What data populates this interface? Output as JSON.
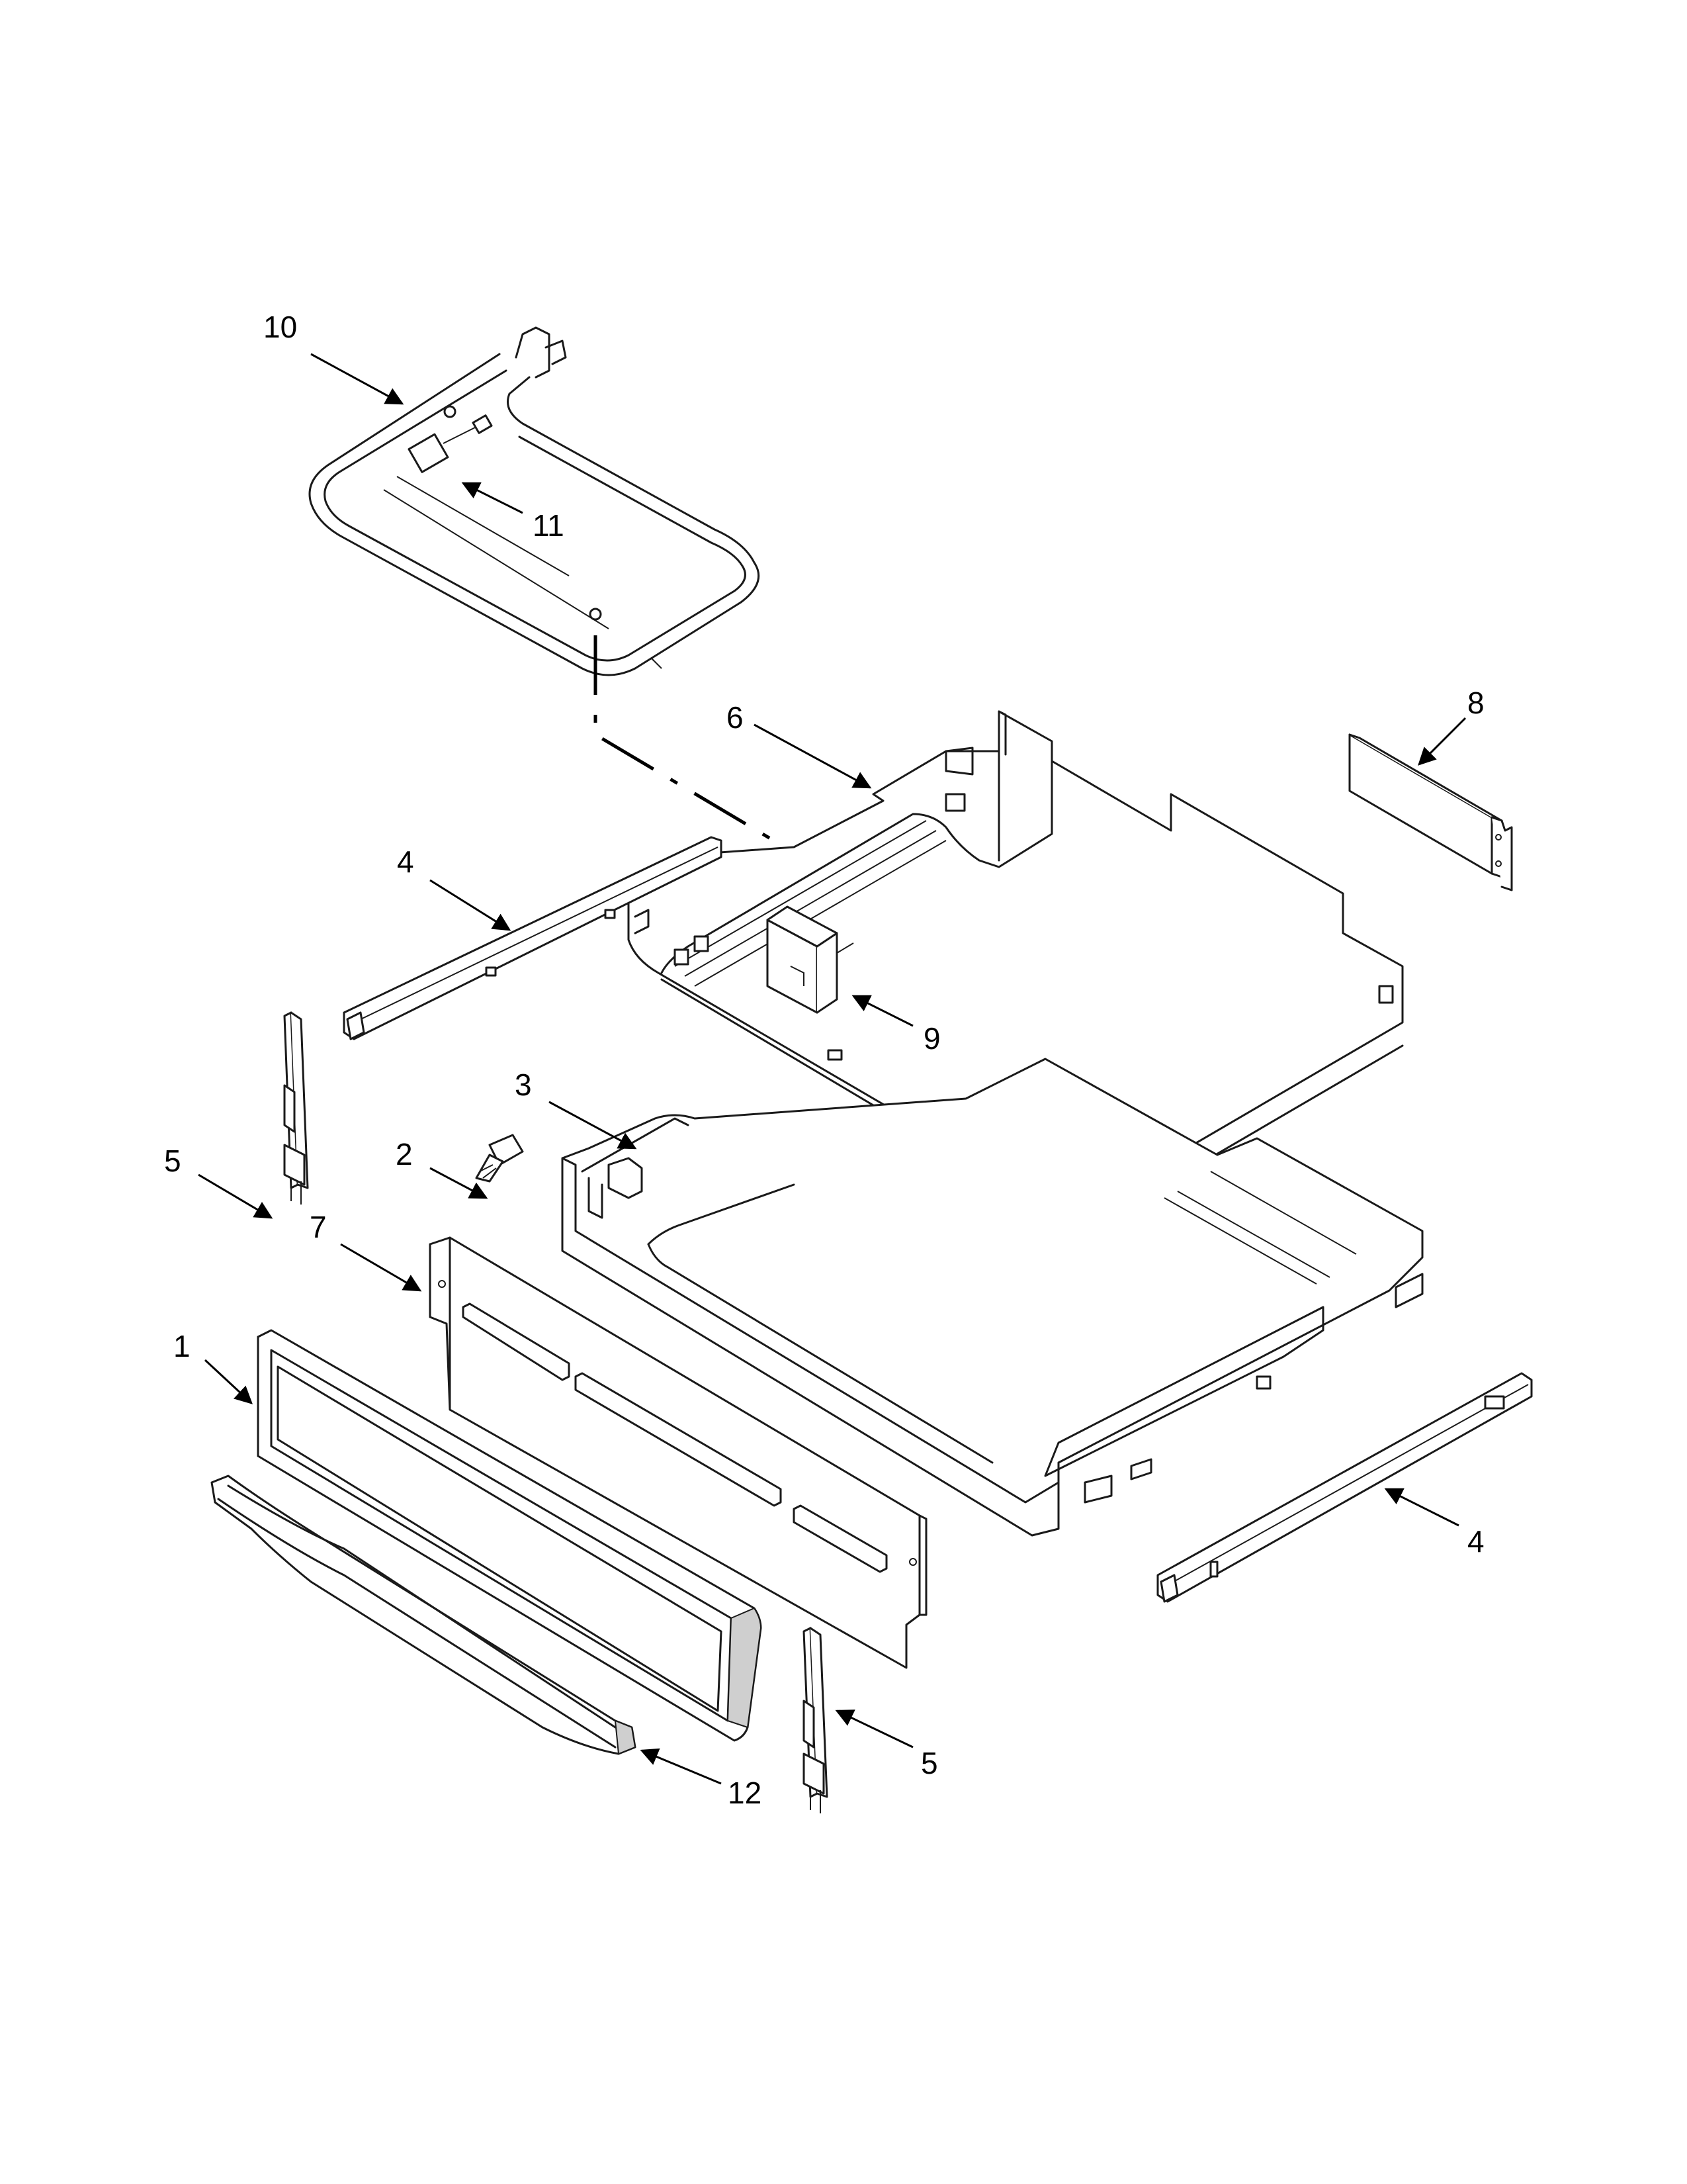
{
  "diagram": {
    "callouts": [
      {
        "id": "c10",
        "text": "10"
      },
      {
        "id": "c11",
        "text": "11"
      },
      {
        "id": "c6",
        "text": "6"
      },
      {
        "id": "c8",
        "text": "8"
      },
      {
        "id": "c4a",
        "text": "4"
      },
      {
        "id": "c9",
        "text": "9"
      },
      {
        "id": "c3",
        "text": "3"
      },
      {
        "id": "c5a",
        "text": "5"
      },
      {
        "id": "c2",
        "text": "2"
      },
      {
        "id": "c7",
        "text": "7"
      },
      {
        "id": "c1",
        "text": "1"
      },
      {
        "id": "c4b",
        "text": "4"
      },
      {
        "id": "c12",
        "text": "12"
      },
      {
        "id": "c5b",
        "text": "5"
      }
    ]
  }
}
